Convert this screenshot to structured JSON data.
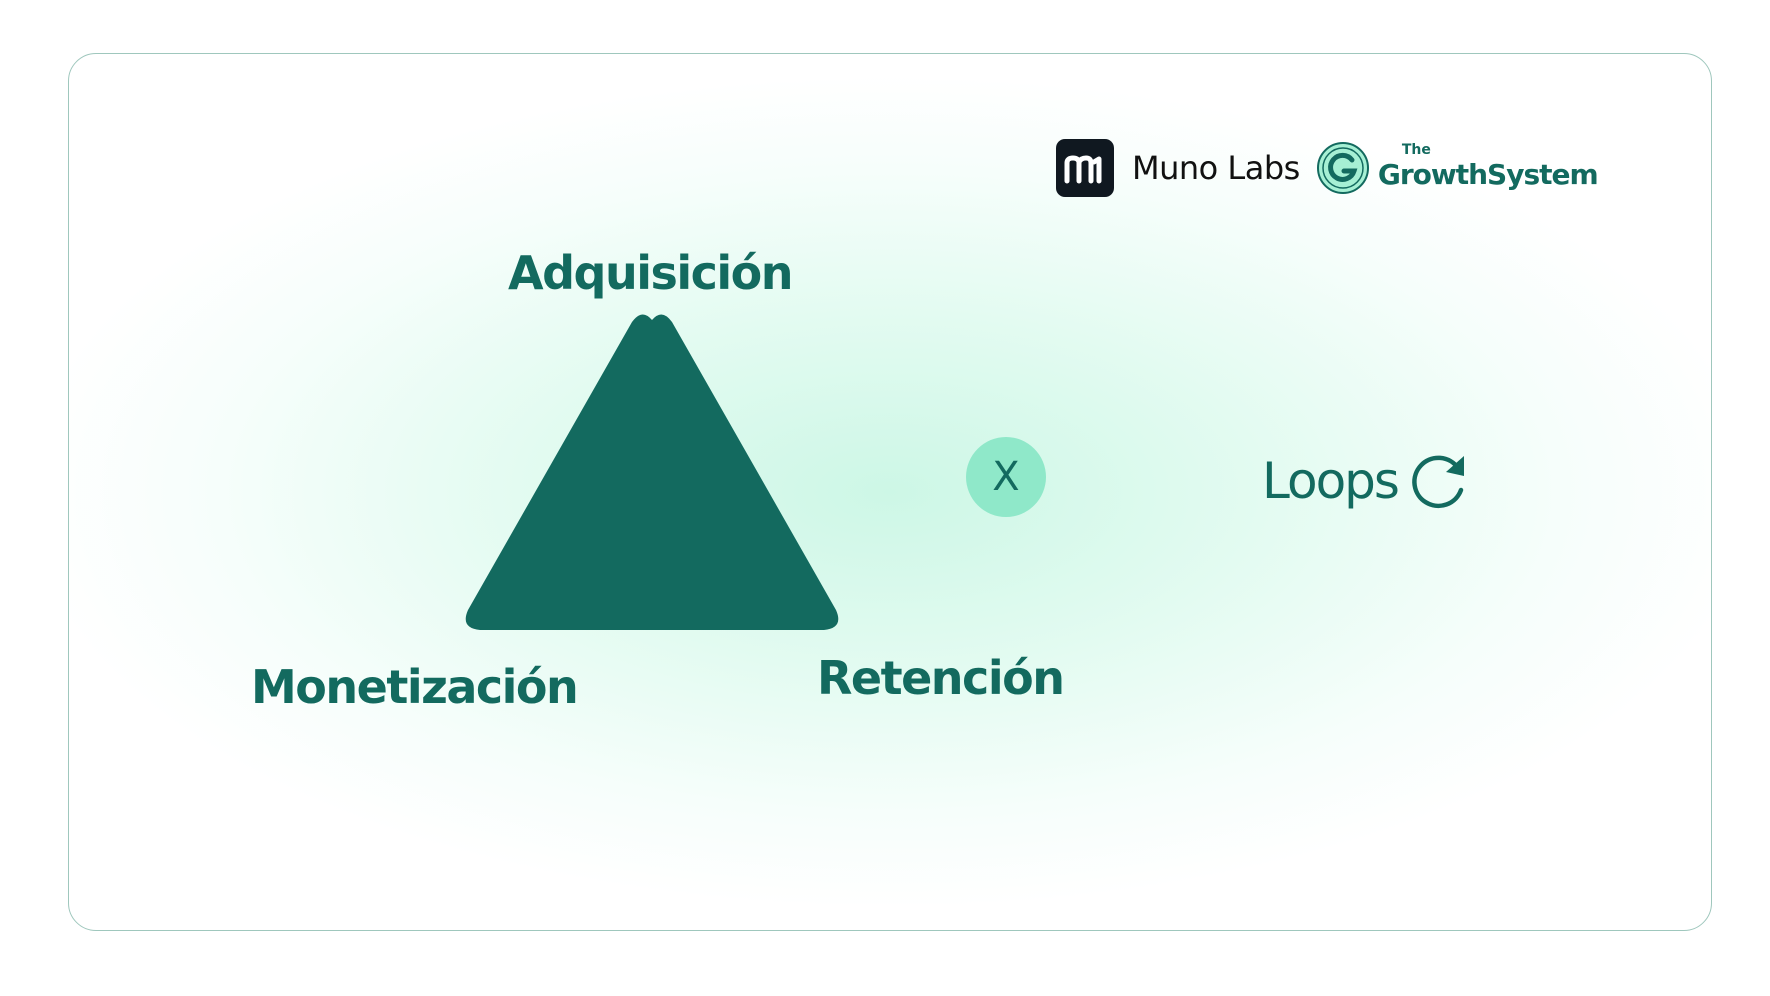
{
  "logos": {
    "muno_labs": "Muno Labs",
    "growth_the": "The",
    "growth_system": "GrowthSystem"
  },
  "diagram": {
    "vertex_top": "Adquisición",
    "vertex_left": "Monetización",
    "vertex_right": "Retención",
    "operator": "X",
    "loops_label": "Loops"
  },
  "colors": {
    "primary_teal": "#136a5f",
    "mint_accent": "#8fe8c9",
    "frame_border": "#9fc7bd"
  },
  "icons": [
    "muno-labs-logo-icon",
    "growth-system-logo-icon",
    "triangle-shape",
    "refresh-icon"
  ]
}
